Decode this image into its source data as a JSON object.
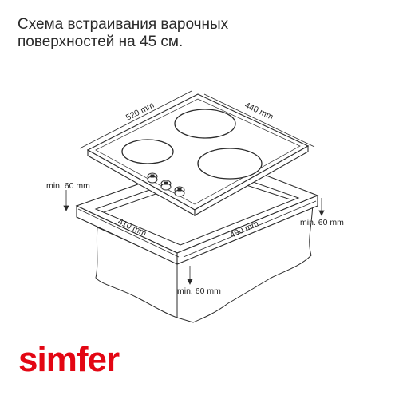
{
  "title": {
    "line1": "Схема встраивания варочных",
    "line2": "поверхностей на 45 см."
  },
  "dimensions": {
    "hob_depth": "520 mm",
    "hob_width": "440 mm",
    "cutout_depth": "410 mm",
    "cutout_width": "490 mm",
    "clearance_left": "min. 60 mm",
    "clearance_right": "min. 60 mm",
    "clearance_bottom": "min. 60 mm"
  },
  "brand": {
    "logo_text": "simfer",
    "color": "#e30613"
  },
  "colors": {
    "line": "#2b2b2b",
    "cabinet_fill": "#ffffff"
  }
}
